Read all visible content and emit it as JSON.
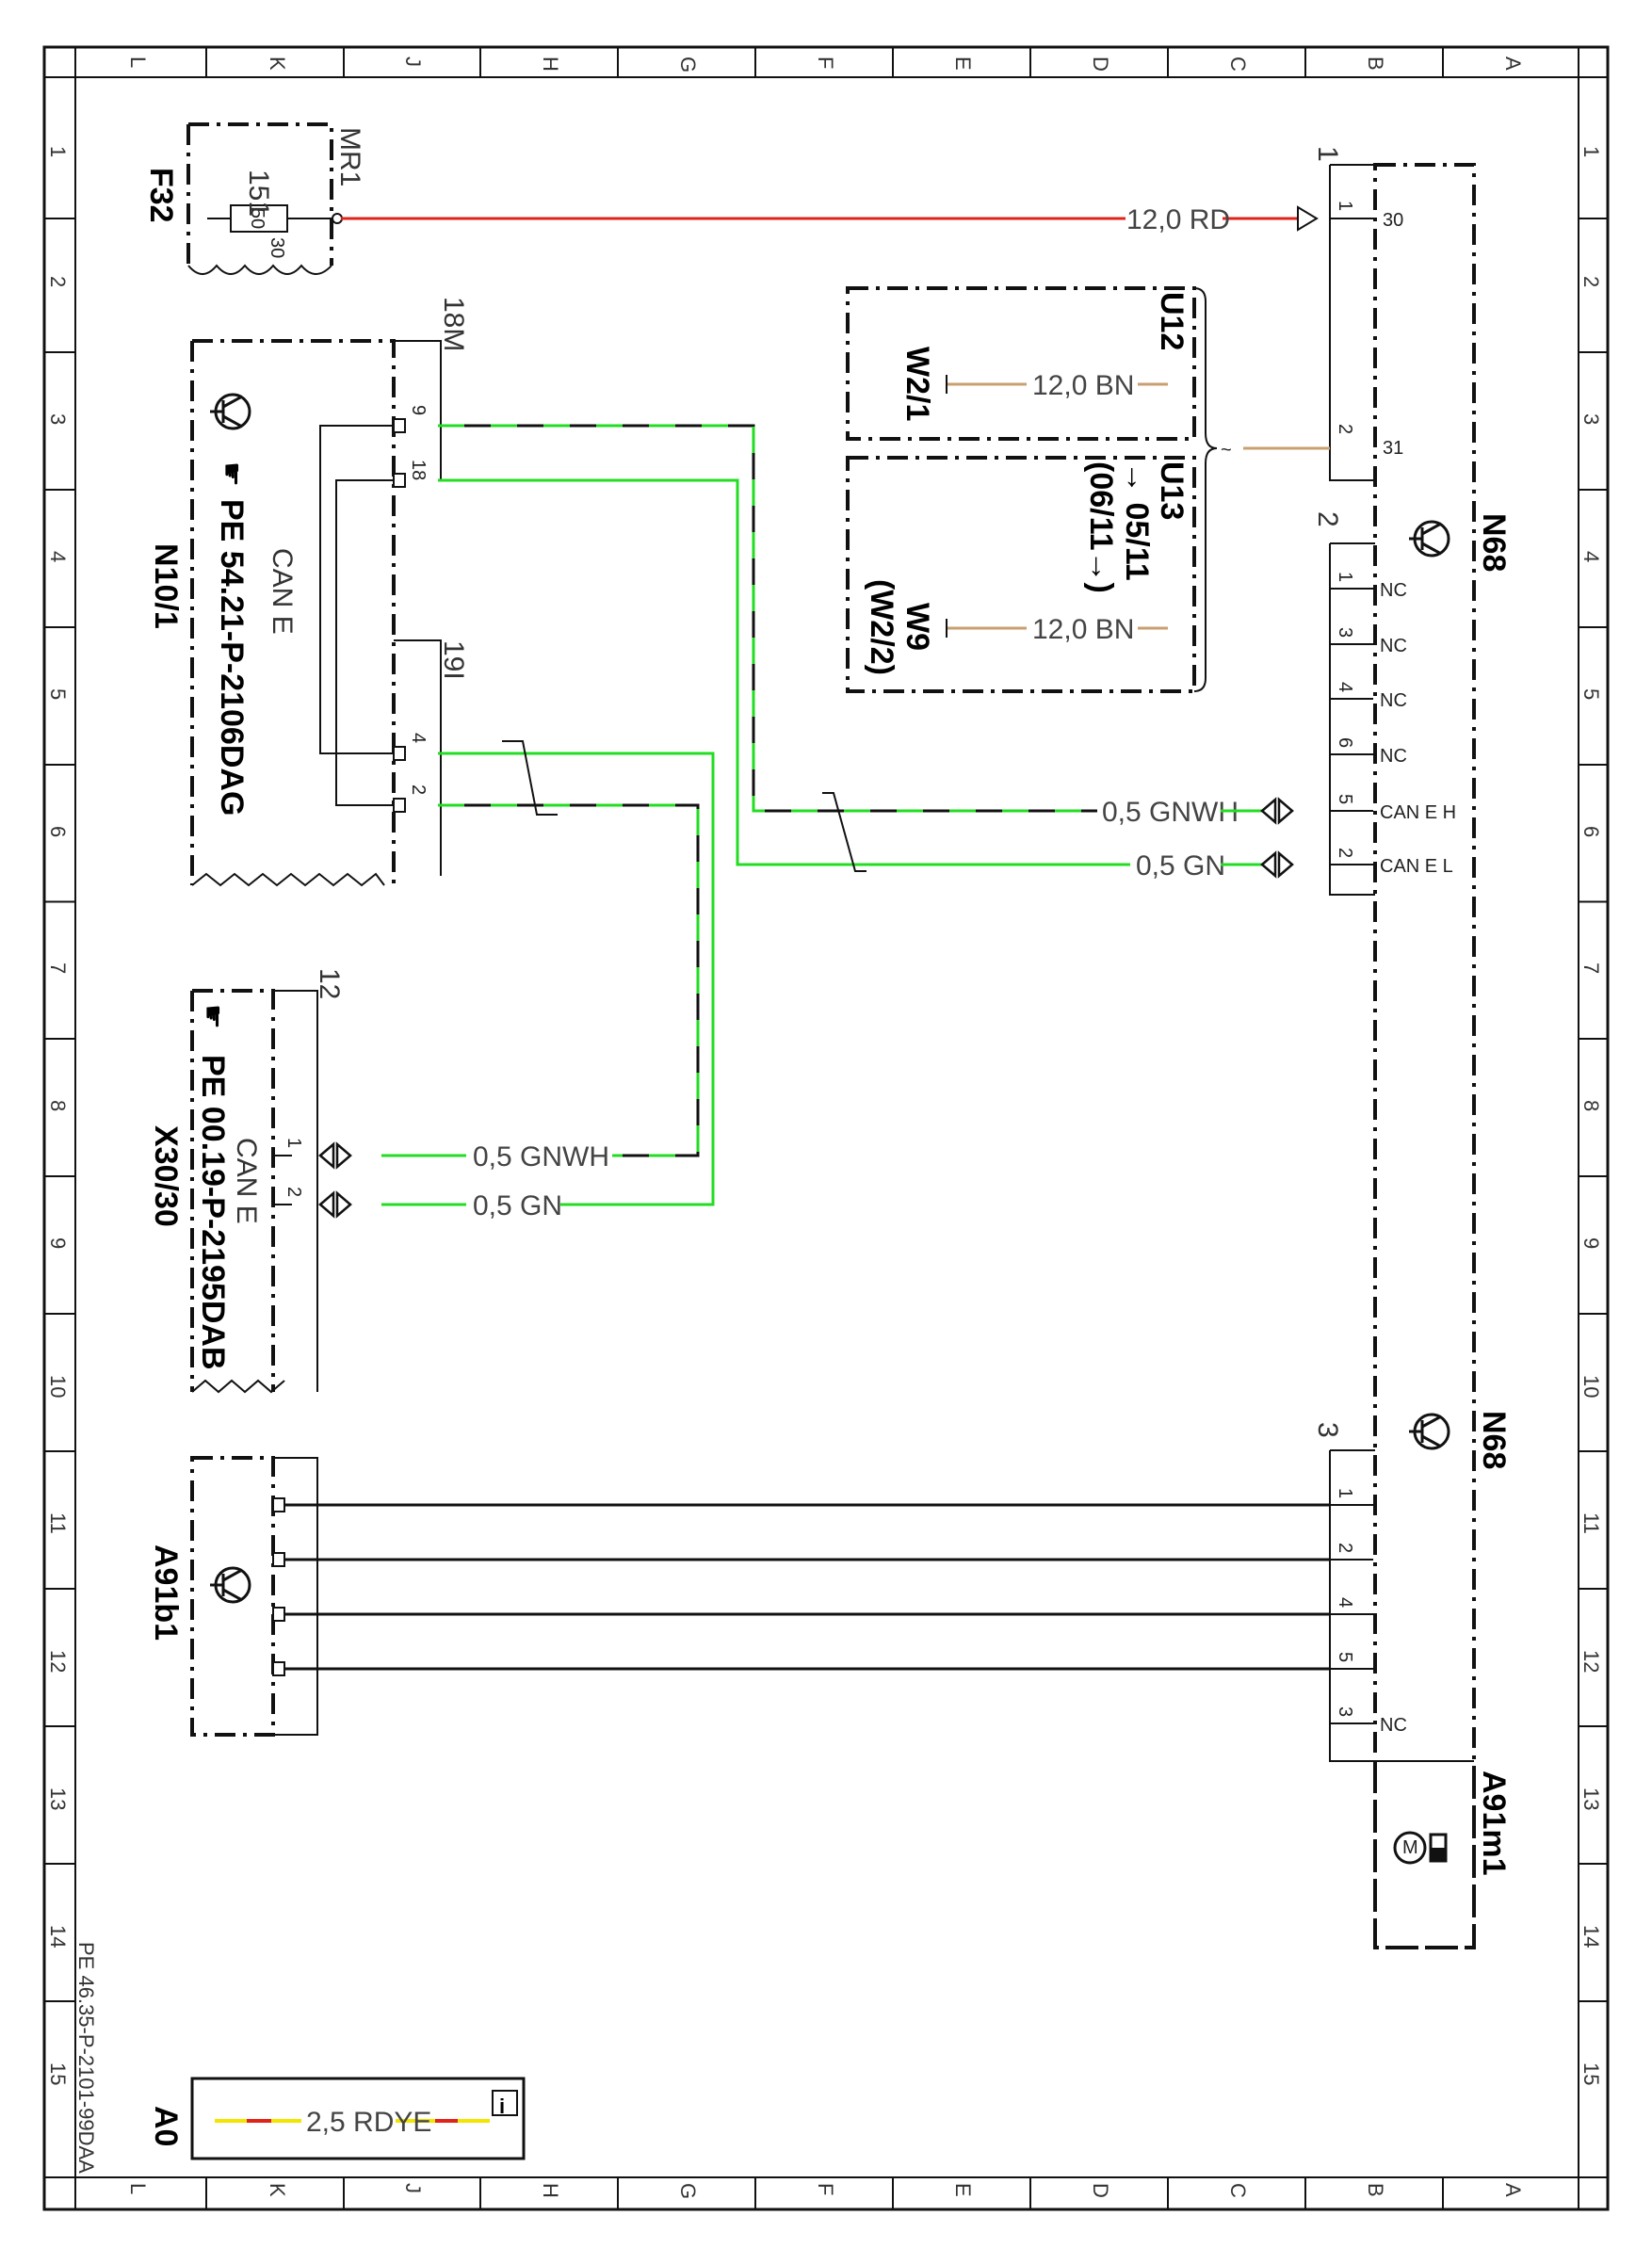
{
  "border": {
    "columns_top": [
      "L",
      "K",
      "J",
      "H",
      "G",
      "F",
      "E",
      "D",
      "C",
      "B",
      "A"
    ],
    "columns_bottom": [
      "L",
      "K",
      "J",
      "H",
      "G",
      "F",
      "E",
      "D",
      "C",
      "B",
      "A"
    ],
    "rows": [
      "1",
      "2",
      "3",
      "4",
      "5",
      "6",
      "7",
      "8",
      "9",
      "10",
      "11",
      "12",
      "13",
      "14",
      "15"
    ]
  },
  "document_id": "PE 46.35-P-2101-99DAA",
  "legend_box": {
    "title": "A0",
    "wire_label": "2,5 RDYE",
    "info_icon": "i"
  },
  "components": {
    "F32": {
      "name": "F32",
      "fuse_id": "151",
      "fuse_rating": "50",
      "terminal": "30",
      "connector": "MR1"
    },
    "N10_1": {
      "name": "N10/1",
      "bus": "CAN E",
      "ref": "PE 54.21-P-2106DAG",
      "conn_a": "18M",
      "conn_b": "19I",
      "pins_a": [
        "9",
        "18"
      ],
      "pins_b": [
        "4",
        "2"
      ]
    },
    "X30_30": {
      "name": "X30/30",
      "bus": "CAN E",
      "ref": "PE 00.19-P-2195DAB",
      "conn": "12",
      "pins": [
        "1",
        "2"
      ]
    },
    "A91b1": {
      "name": "A91b1"
    },
    "U12": {
      "name": "U12",
      "wire": "W2/1",
      "wire_label": "12,0 BN"
    },
    "U13": {
      "name": "U13",
      "note_a": "→ 05/11",
      "note_b": "(06/11→)",
      "wire": "W9",
      "wire_alt": "(W2/2)",
      "wire_label": "12,0 BN"
    },
    "N68_top": {
      "name": "N68",
      "conn1": "1",
      "conn2": "2",
      "conn1_pins": [
        {
          "pin": "1",
          "sig": "30"
        },
        {
          "pin": "2",
          "sig": "31"
        }
      ],
      "conn2_pins": [
        {
          "pin": "1",
          "sig": "NC"
        },
        {
          "pin": "3",
          "sig": "NC"
        },
        {
          "pin": "4",
          "sig": "NC"
        },
        {
          "pin": "6",
          "sig": "NC"
        },
        {
          "pin": "5",
          "sig": "CAN E H"
        },
        {
          "pin": "2",
          "sig": "CAN E L"
        }
      ]
    },
    "N68_bottom": {
      "name": "N68",
      "conn": "3",
      "pins": [
        {
          "pin": "1",
          "sig": ""
        },
        {
          "pin": "2",
          "sig": ""
        },
        {
          "pin": "4",
          "sig": ""
        },
        {
          "pin": "5",
          "sig": ""
        },
        {
          "pin": "3",
          "sig": "NC"
        }
      ]
    },
    "A91m1": {
      "name": "A91m1"
    }
  },
  "wires": {
    "supply": "12,0 RD",
    "can_h_n68": "0,5 GNWH",
    "can_l_n68": "0,5 GN",
    "can_h_x30": "0,5 GNWH",
    "can_l_x30": "0,5 GN"
  },
  "colors": {
    "red": "#e2231a",
    "green": "#22dd22",
    "brown": "#c8a070",
    "yellow": "#f2e600",
    "black": "#111111"
  },
  "icons": [
    "transistor-icon",
    "hand-pointer-icon",
    "motor-icon",
    "fuse-icon",
    "info-icon",
    "mass-connector-icon"
  ]
}
